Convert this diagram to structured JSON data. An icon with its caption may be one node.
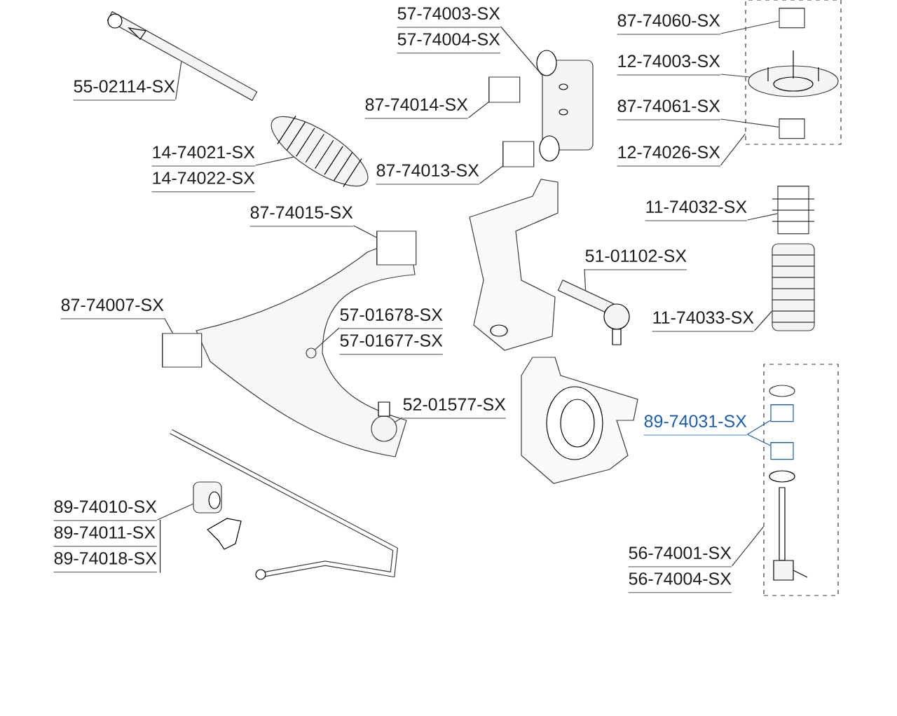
{
  "diagram": {
    "nodes": [
      {
        "text": [
          "55-02114-SX"
        ]
      },
      {
        "text": [
          "57-74003-SX",
          "57-74004-SX"
        ]
      },
      {
        "text": [
          "87-74014-SX"
        ]
      },
      {
        "text": [
          "87-74013-SX"
        ]
      },
      {
        "text": [
          "87-74060-SX"
        ]
      },
      {
        "text": [
          "12-74003-SX"
        ]
      },
      {
        "text": [
          "87-74061-SX"
        ]
      },
      {
        "text": [
          "12-74026-SX"
        ]
      },
      {
        "text": [
          "11-74032-SX"
        ]
      },
      {
        "text": [
          "51-01102-SX"
        ]
      },
      {
        "text": [
          "11-74033-SX"
        ]
      },
      {
        "text": [
          "14-74021-SX",
          "14-74022-SX"
        ]
      },
      {
        "text": [
          "87-74015-SX"
        ]
      },
      {
        "text": [
          "87-74007-SX"
        ]
      },
      {
        "text": [
          "57-01678-SX",
          "57-01677-SX"
        ]
      },
      {
        "text": [
          "52-01577-SX"
        ]
      },
      {
        "text": [
          "89-74010-SX",
          "89-74011-SX",
          "89-74018-SX"
        ]
      },
      {
        "text": [
          "89-74031-SX"
        ]
      },
      {
        "text": [
          "56-74001-SX",
          "56-74004-SX"
        ]
      },
      {
        "text": [],
        "shape": "picture"
      },
      {
        "text": [],
        "shape": "picture"
      },
      {
        "text": [],
        "shape": "cylinder"
      },
      {
        "text": [],
        "shape": "cylinder"
      },
      {
        "text": [],
        "shape": "box"
      },
      {
        "text": [],
        "shape": "cylinder",
        "in": 23
      },
      {
        "text": [],
        "shape": "picture",
        "in": 23
      },
      {
        "text": [],
        "shape": "cylinder",
        "in": 23
      },
      {
        "text": [],
        "shape": "cylinder"
      },
      {
        "text": [],
        "shape": "picture"
      },
      {
        "text": [],
        "shape": "picture"
      },
      {
        "text": [],
        "shape": "picture"
      },
      {
        "text": [],
        "shape": "cylinder"
      },
      {
        "text": [],
        "shape": "cylinder"
      },
      {
        "text": [],
        "shape": "circle"
      },
      {
        "text": [],
        "shape": "circle"
      },
      {
        "text": [],
        "shape": "picture"
      },
      {
        "text": [],
        "shape": "box"
      },
      {
        "text": [],
        "shape": "cylinder",
        "in": 36
      },
      {
        "text": [],
        "shape": "cylinder",
        "in": 36
      }
    ],
    "edges": [
      {
        "from": 0,
        "to": 19,
        "arrow": "none"
      },
      {
        "from": 1,
        "to": 20,
        "arrow": "none"
      },
      {
        "from": 2,
        "to": 21,
        "arrow": "none"
      },
      {
        "from": 3,
        "to": 22,
        "arrow": "none"
      },
      {
        "from": 4,
        "to": 24,
        "arrow": "none"
      },
      {
        "from": 5,
        "to": 25,
        "arrow": "none"
      },
      {
        "from": 6,
        "to": 26,
        "arrow": "none"
      },
      {
        "from": 7,
        "to": 23,
        "arrow": "none"
      },
      {
        "from": 8,
        "to": 27,
        "arrow": "none"
      },
      {
        "from": 9,
        "to": 28,
        "arrow": "none"
      },
      {
        "from": 10,
        "to": 29,
        "arrow": "none"
      },
      {
        "from": 11,
        "to": 30,
        "arrow": "none"
      },
      {
        "from": 12,
        "to": 31,
        "arrow": "none"
      },
      {
        "from": 13,
        "to": 32,
        "arrow": "none"
      },
      {
        "from": 14,
        "to": 33,
        "arrow": "none"
      },
      {
        "from": 15,
        "to": 34,
        "arrow": "none"
      },
      {
        "from": 16,
        "to": 35,
        "arrow": "none"
      },
      {
        "from": 17,
        "to": 37,
        "arrow": "none",
        "color": "#1f5fa8"
      },
      {
        "from": 17,
        "to": 38,
        "arrow": "none",
        "color": "#1f5fa8"
      },
      {
        "from": 18,
        "to": 36,
        "arrow": "none"
      }
    ]
  }
}
